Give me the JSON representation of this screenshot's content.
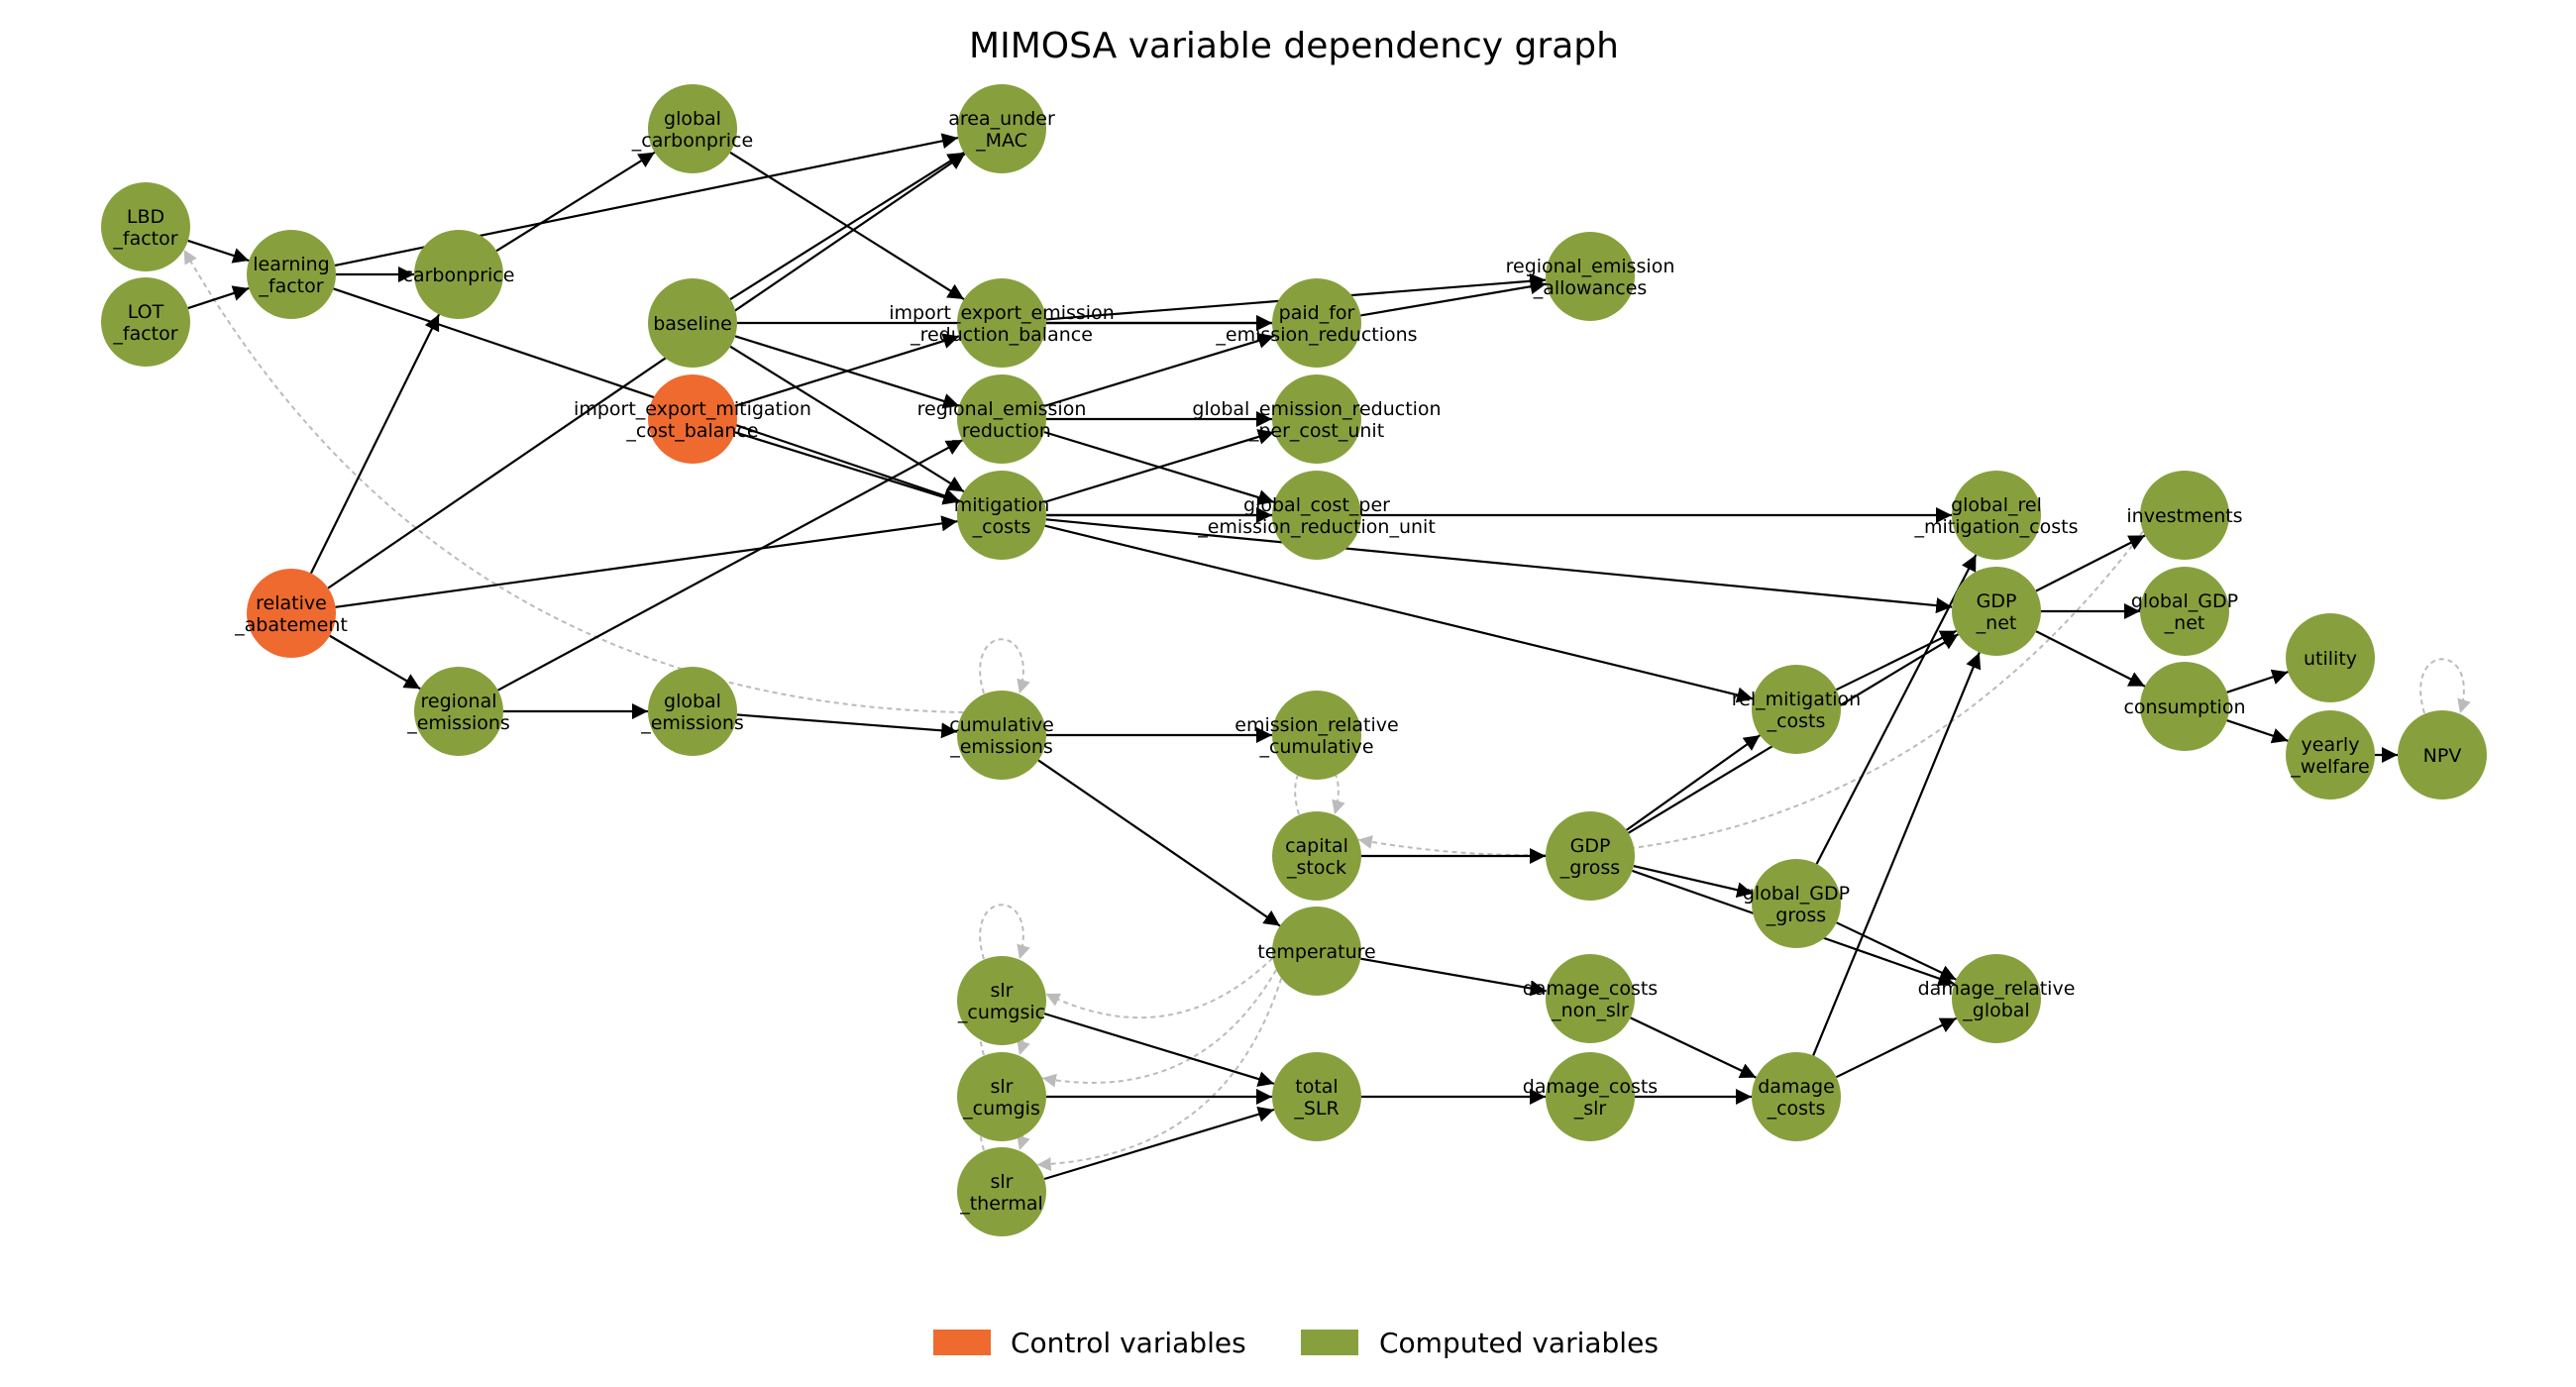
{
  "title": "MIMOSA variable dependency graph",
  "colors": {
    "control": "#ee6a2f",
    "computed": "#87a03d",
    "edge": "#000000",
    "self_edge": "#bbbbbb"
  },
  "legend": [
    {
      "label": "Control variables",
      "kind": "control"
    },
    {
      "label": "Computed variables",
      "kind": "computed"
    }
  ],
  "nodes": [
    {
      "id": "LBD_factor",
      "lines": [
        "LBD",
        "_factor"
      ],
      "kind": "computed"
    },
    {
      "id": "LOT_factor",
      "lines": [
        "LOT",
        "_factor"
      ],
      "kind": "computed"
    },
    {
      "id": "learning_factor",
      "lines": [
        "learning",
        "_factor"
      ],
      "kind": "computed"
    },
    {
      "id": "carbonprice",
      "lines": [
        "carbonprice"
      ],
      "kind": "computed"
    },
    {
      "id": "global_carbonprice",
      "lines": [
        "global",
        "_carbonprice"
      ],
      "kind": "computed"
    },
    {
      "id": "area_under_MAC",
      "lines": [
        "area_under",
        "_MAC"
      ],
      "kind": "computed"
    },
    {
      "id": "baseline",
      "lines": [
        "baseline"
      ],
      "kind": "computed"
    },
    {
      "id": "import_export_emission_reduction_balance",
      "lines": [
        "import_export_emission",
        "_reduction_balance"
      ],
      "kind": "computed"
    },
    {
      "id": "paid_for_emission_reductions",
      "lines": [
        "paid_for",
        "_emission_reductions"
      ],
      "kind": "computed"
    },
    {
      "id": "regional_emission_allowances",
      "lines": [
        "regional_emission",
        "_allowances"
      ],
      "kind": "computed"
    },
    {
      "id": "import_export_mitigation_cost_balance",
      "lines": [
        "import_export_mitigation",
        "_cost_balance"
      ],
      "kind": "control"
    },
    {
      "id": "regional_emission_reduction",
      "lines": [
        "regional_emission",
        "_reduction"
      ],
      "kind": "computed"
    },
    {
      "id": "global_emission_reduction_per_cost_unit",
      "lines": [
        "global_emission_reduction",
        "_per_cost_unit"
      ],
      "kind": "computed"
    },
    {
      "id": "mitigation_costs",
      "lines": [
        "mitigation",
        "_costs"
      ],
      "kind": "computed"
    },
    {
      "id": "global_cost_per_emission_reduction_unit",
      "lines": [
        "global_cost_per",
        "_emission_reduction_unit"
      ],
      "kind": "computed"
    },
    {
      "id": "global_rel_mitigation_costs",
      "lines": [
        "global_rel",
        "_mitigation_costs"
      ],
      "kind": "computed"
    },
    {
      "id": "investments",
      "lines": [
        "investments"
      ],
      "kind": "computed"
    },
    {
      "id": "relative_abatement",
      "lines": [
        "relative",
        "_abatement"
      ],
      "kind": "control"
    },
    {
      "id": "GDP_net",
      "lines": [
        "GDP",
        "_net"
      ],
      "kind": "computed"
    },
    {
      "id": "global_GDP_net",
      "lines": [
        "global_GDP",
        "_net"
      ],
      "kind": "computed"
    },
    {
      "id": "utility",
      "lines": [
        "utility"
      ],
      "kind": "computed"
    },
    {
      "id": "regional_emissions",
      "lines": [
        "regional",
        "_emissions"
      ],
      "kind": "computed"
    },
    {
      "id": "global_emissions",
      "lines": [
        "global",
        "_emissions"
      ],
      "kind": "computed"
    },
    {
      "id": "cumulative_emissions",
      "lines": [
        "cumulative",
        "_emissions"
      ],
      "kind": "computed"
    },
    {
      "id": "emission_relative_cumulative",
      "lines": [
        "emission_relative",
        "_cumulative"
      ],
      "kind": "computed"
    },
    {
      "id": "rel_mitigation_costs",
      "lines": [
        "rel_mitigation",
        "_costs"
      ],
      "kind": "computed"
    },
    {
      "id": "consumption",
      "lines": [
        "consumption"
      ],
      "kind": "computed"
    },
    {
      "id": "yearly_welfare",
      "lines": [
        "yearly",
        "_welfare"
      ],
      "kind": "computed"
    },
    {
      "id": "NPV",
      "lines": [
        "NPV"
      ],
      "kind": "computed"
    },
    {
      "id": "capital_stock",
      "lines": [
        "capital",
        "_stock"
      ],
      "kind": "computed"
    },
    {
      "id": "GDP_gross",
      "lines": [
        "GDP",
        "_gross"
      ],
      "kind": "computed"
    },
    {
      "id": "global_GDP_gross",
      "lines": [
        "global_GDP",
        "_gross"
      ],
      "kind": "computed"
    },
    {
      "id": "temperature",
      "lines": [
        "temperature"
      ],
      "kind": "computed"
    },
    {
      "id": "damage_costs_non_slr",
      "lines": [
        "damage_costs",
        "_non_slr"
      ],
      "kind": "computed"
    },
    {
      "id": "damage_relative_global",
      "lines": [
        "damage_relative",
        "_global"
      ],
      "kind": "computed"
    },
    {
      "id": "slr_cumgsic",
      "lines": [
        "slr",
        "_cumgsic"
      ],
      "kind": "computed"
    },
    {
      "id": "slr_cumgis",
      "lines": [
        "slr",
        "_cumgis"
      ],
      "kind": "computed"
    },
    {
      "id": "total_SLR",
      "lines": [
        "total",
        "_SLR"
      ],
      "kind": "computed"
    },
    {
      "id": "damage_costs_slr",
      "lines": [
        "damage_costs",
        "_slr"
      ],
      "kind": "computed"
    },
    {
      "id": "damage_costs",
      "lines": [
        "damage",
        "_costs"
      ],
      "kind": "computed"
    },
    {
      "id": "slr_thermal",
      "lines": [
        "slr",
        "_thermal"
      ],
      "kind": "computed"
    }
  ],
  "edges": [
    [
      "LBD_factor",
      "learning_factor"
    ],
    [
      "LOT_factor",
      "learning_factor"
    ],
    [
      "learning_factor",
      "carbonprice"
    ],
    [
      "learning_factor",
      "area_under_MAC"
    ],
    [
      "learning_factor",
      "mitigation_costs"
    ],
    [
      "carbonprice",
      "global_carbonprice"
    ],
    [
      "relative_abatement",
      "carbonprice"
    ],
    [
      "relative_abatement",
      "area_under_MAC"
    ],
    [
      "relative_abatement",
      "mitigation_costs"
    ],
    [
      "relative_abatement",
      "regional_emissions"
    ],
    [
      "global_carbonprice",
      "import_export_emission_reduction_balance"
    ],
    [
      "baseline",
      "area_under_MAC"
    ],
    [
      "baseline",
      "paid_for_emission_reductions"
    ],
    [
      "baseline",
      "regional_emission_reduction"
    ],
    [
      "baseline",
      "mitigation_costs"
    ],
    [
      "import_export_mitigation_cost_balance",
      "import_export_emission_reduction_balance"
    ],
    [
      "import_export_mitigation_cost_balance",
      "mitigation_costs"
    ],
    [
      "import_export_emission_reduction_balance",
      "paid_for_emission_reductions"
    ],
    [
      "import_export_emission_reduction_balance",
      "regional_emission_allowances"
    ],
    [
      "paid_for_emission_reductions",
      "regional_emission_allowances"
    ],
    [
      "regional_emission_reduction",
      "paid_for_emission_reductions"
    ],
    [
      "regional_emission_reduction",
      "global_emission_reduction_per_cost_unit"
    ],
    [
      "regional_emission_reduction",
      "global_cost_per_emission_reduction_unit"
    ],
    [
      "mitigation_costs",
      "global_emission_reduction_per_cost_unit"
    ],
    [
      "mitigation_costs",
      "global_cost_per_emission_reduction_unit"
    ],
    [
      "mitigation_costs",
      "global_rel_mitigation_costs"
    ],
    [
      "mitigation_costs",
      "GDP_net"
    ],
    [
      "mitigation_costs",
      "rel_mitigation_costs"
    ],
    [
      "regional_emissions",
      "global_emissions"
    ],
    [
      "regional_emissions",
      "regional_emission_reduction"
    ],
    [
      "global_emissions",
      "cumulative_emissions"
    ],
    [
      "cumulative_emissions",
      "emission_relative_cumulative"
    ],
    [
      "cumulative_emissions",
      "temperature"
    ],
    [
      "capital_stock",
      "GDP_gross"
    ],
    [
      "GDP_gross",
      "rel_mitigation_costs"
    ],
    [
      "GDP_gross",
      "GDP_net"
    ],
    [
      "GDP_gross",
      "global_GDP_gross"
    ],
    [
      "GDP_gross",
      "damage_relative_global"
    ],
    [
      "global_GDP_gross",
      "global_rel_mitigation_costs"
    ],
    [
      "global_GDP_gross",
      "damage_relative_global"
    ],
    [
      "rel_mitigation_costs",
      "GDP_net"
    ],
    [
      "GDP_net",
      "investments"
    ],
    [
      "GDP_net",
      "global_GDP_net"
    ],
    [
      "GDP_net",
      "consumption"
    ],
    [
      "consumption",
      "utility"
    ],
    [
      "consumption",
      "yearly_welfare"
    ],
    [
      "yearly_welfare",
      "NPV"
    ],
    [
      "temperature",
      "damage_costs_non_slr"
    ],
    [
      "damage_costs_non_slr",
      "damage_costs"
    ],
    [
      "slr_cumgsic",
      "total_SLR"
    ],
    [
      "slr_cumgis",
      "total_SLR"
    ],
    [
      "slr_thermal",
      "total_SLR"
    ],
    [
      "total_SLR",
      "damage_costs_slr"
    ],
    [
      "damage_costs_slr",
      "damage_costs"
    ],
    [
      "damage_costs",
      "GDP_net"
    ],
    [
      "damage_costs",
      "damage_relative_global"
    ]
  ],
  "dashed_edges": [
    [
      "cumulative_emissions",
      "LBD_factor"
    ],
    [
      "investments",
      "capital_stock"
    ],
    [
      "temperature",
      "slr_cumgsic"
    ],
    [
      "temperature",
      "slr_cumgis"
    ],
    [
      "temperature",
      "slr_thermal"
    ]
  ],
  "self_loops": [
    "cumulative_emissions",
    "NPV",
    "slr_cumgsic",
    "slr_cumgis",
    "slr_thermal",
    "capital_stock"
  ]
}
